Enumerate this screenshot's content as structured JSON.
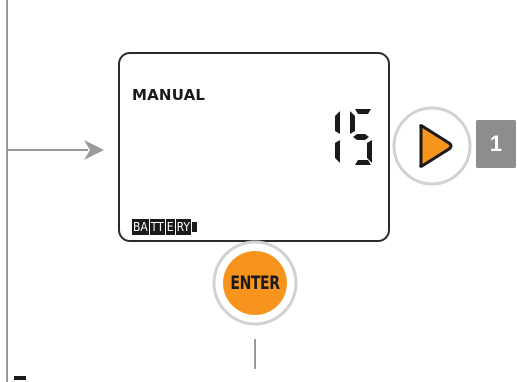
{
  "display": {
    "mode": "MANUAL",
    "value": "15",
    "battery": {
      "segments": [
        "BA",
        "TT",
        "E",
        "RY"
      ]
    }
  },
  "buttons": {
    "next_icon": "play-arrow-icon",
    "enter_label": "ENTER"
  },
  "step_badge": "1",
  "colors": {
    "accent": "#f7941d",
    "lcd_border": "#2b2b2b",
    "guide_line": "#9a9a9a",
    "badge": "#8d8d8d"
  }
}
